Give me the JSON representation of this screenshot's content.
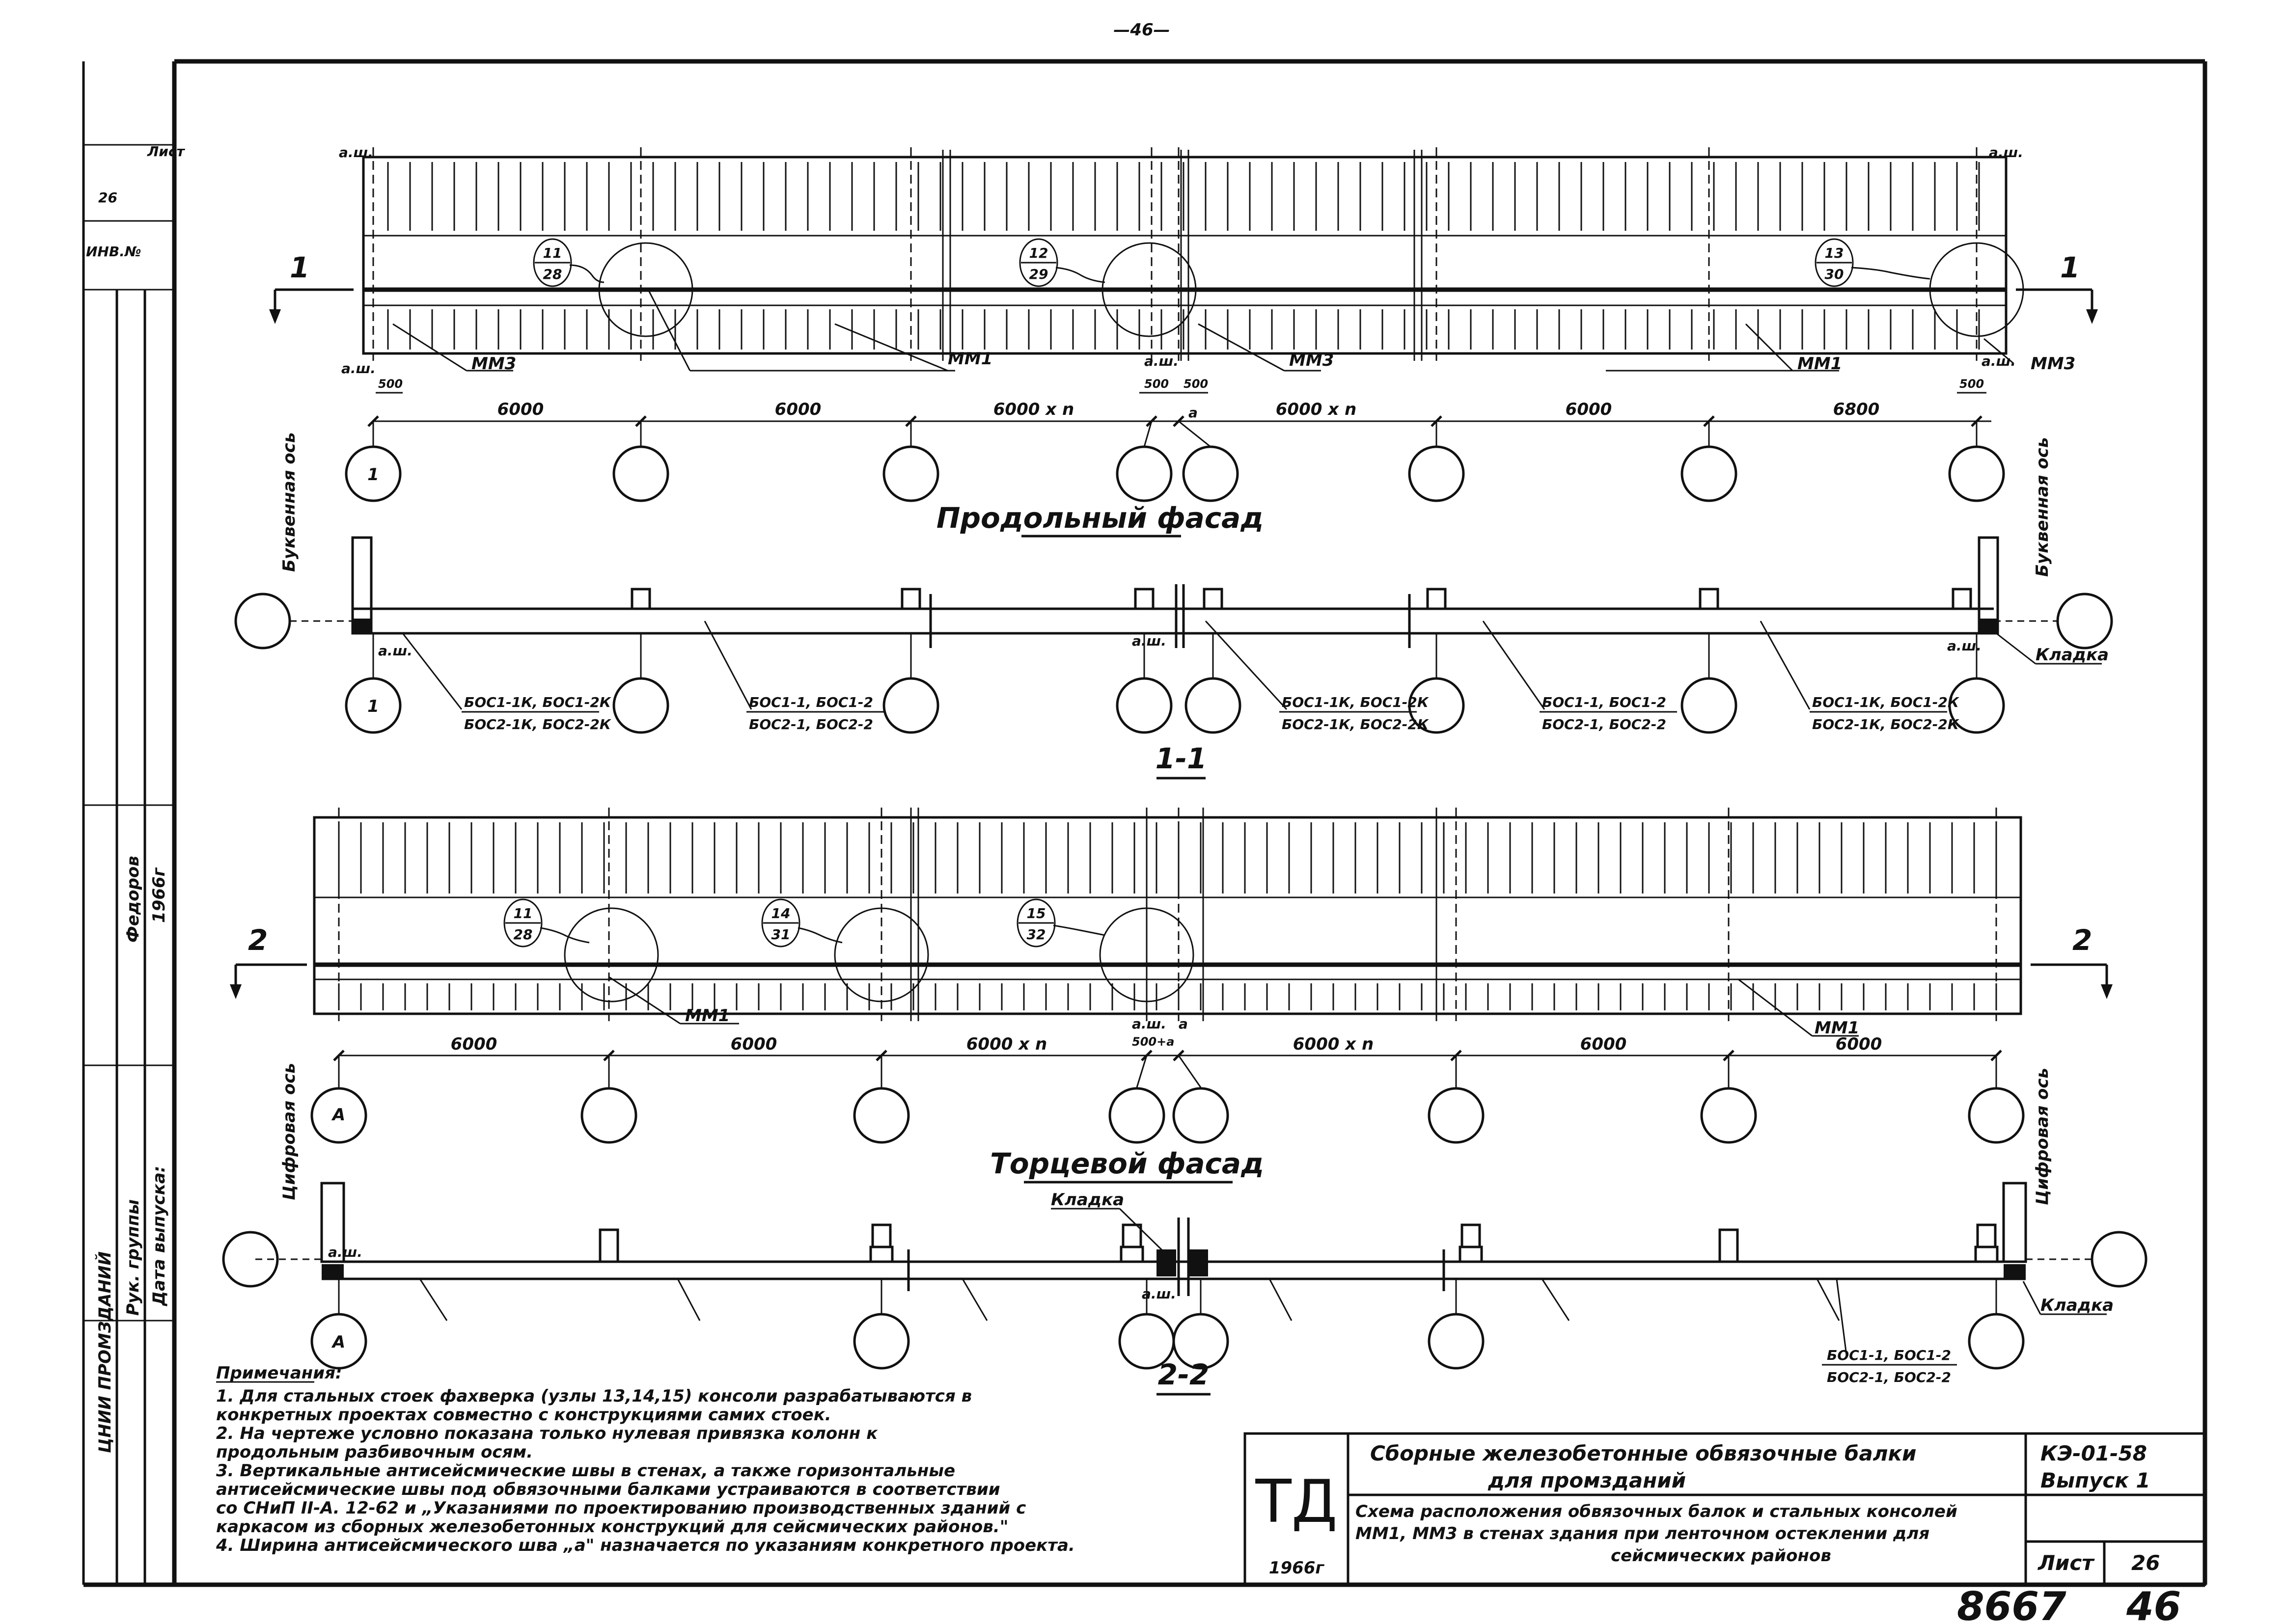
{
  "page_number": "—46—",
  "sheet_bottom_numbers": [
    "8667",
    "46"
  ],
  "left_margin": {
    "labels": [
      "Лист",
      "26",
      "ИНВ.№"
    ],
    "signature_labels": [
      "Рук. группы",
      "Дата выпуска:"
    ],
    "signature_values": [
      "Федоров",
      "1966г"
    ],
    "org": "ЦНИИ ПРОМЗДАНИЙ"
  },
  "view1": {
    "section_mark": "1",
    "callouts": [
      {
        "num": "11",
        "sheet": "28"
      },
      {
        "num": "12",
        "sheet": "29"
      },
      {
        "num": "13",
        "sheet": "30"
      }
    ],
    "consoles": [
      "ММ3",
      "ММ1",
      "ММ3",
      "ММ1",
      "ММ3"
    ],
    "axis_marks": [
      "а.ш.",
      "а.ш.",
      "а.ш.",
      "а",
      "а.ш."
    ],
    "offsets": [
      "500",
      "500",
      "500",
      "500"
    ],
    "spans": [
      "6000",
      "6000",
      "6000 x n",
      "6000 x n",
      "6000",
      "6800"
    ],
    "first_axis": "1",
    "title": "Продольный фасад"
  },
  "section1": {
    "axis_label_left": "Буквенная ось",
    "axis_label_right": "Буквенная ось",
    "first_axis": "1",
    "marks": [
      "а.ш.",
      "а.ш.",
      "а.ш."
    ],
    "masonry": "Кладка",
    "beams_top": [
      "БОС1-1К, БОС1-2К",
      "БОС1-1, БОС1-2",
      "БОС1-1К, БОС1-2К",
      "БОС1-1, БОС1-2",
      "БОС1-1К, БОС1-2К"
    ],
    "beams_bottom": [
      "БОС2-1К, БОС2-2К",
      "БОС2-1, БОС2-2",
      "БОС2-1К, БОС2-2К",
      "БОС2-1, БОС2-2",
      "БОС2-1К, БОС2-2К"
    ],
    "title": "1-1"
  },
  "view2": {
    "section_mark": "2",
    "callouts": [
      {
        "num": "11",
        "sheet": "28"
      },
      {
        "num": "14",
        "sheet": "31"
      },
      {
        "num": "15",
        "sheet": "32"
      }
    ],
    "consoles": [
      "ММ1",
      "ММ1"
    ],
    "axis_marks": [
      "а.ш.",
      "а"
    ],
    "offsets": [
      "500+a"
    ],
    "spans": [
      "6000",
      "6000",
      "6000 x n",
      "6000 x n",
      "6000",
      "6000"
    ],
    "first_axis": "А",
    "title": "Торцевой фасад"
  },
  "section2": {
    "axis_label_left": "Цифровая ось",
    "axis_label_right": "Цифровая ось",
    "first_axis": "А",
    "marks": [
      "а.ш.",
      "а.ш."
    ],
    "masonry_left": "Кладка",
    "masonry_right": "Кладка",
    "beams_top": "БОС1-1, БОС1-2",
    "beams_bottom": "БОС2-1, БОС2-2",
    "title": "2-2"
  },
  "notes": {
    "title": "Примечания:",
    "lines": [
      "1. Для стальных стоек фахверка (узлы 13,14,15) консоли разрабатываются в",
      "конкретных проектах совместно с конструкциями самих стоек.",
      "2. На чертеже условно показана только нулевая привязка колонн к",
      "продольным разбивочным осям.",
      "3. Вертикальные антисейсмические швы в стенах, а также горизонтальные",
      "антисейсмические швы под обвязочными балками устраиваются в соответствии",
      "со СНиП II-А. 12-62 и „Указаниями по проектированию производственных зданий с",
      "каркасом из сборных железобетонных конструкций для сейсмических районов.\"",
      "4. Ширина антисейсмического шва „а\" назначается по указаниям конкретного проекта."
    ]
  },
  "title_block": {
    "logo": "ТД",
    "year": "1966г",
    "title_line1": "Сборные железобетонные обвязочные балки",
    "title_line2": "для промзданий",
    "series": "КЭ-01-58",
    "issue": "Выпуск 1",
    "desc_line1": "Схема расположения обвязочных балок и стальных консолей",
    "desc_line2": "ММ1, ММ3 в стенах здания при ленточном остеклении для",
    "desc_line3": "сейсмических районов",
    "sheet_label": "Лист",
    "sheet_number": "26"
  }
}
